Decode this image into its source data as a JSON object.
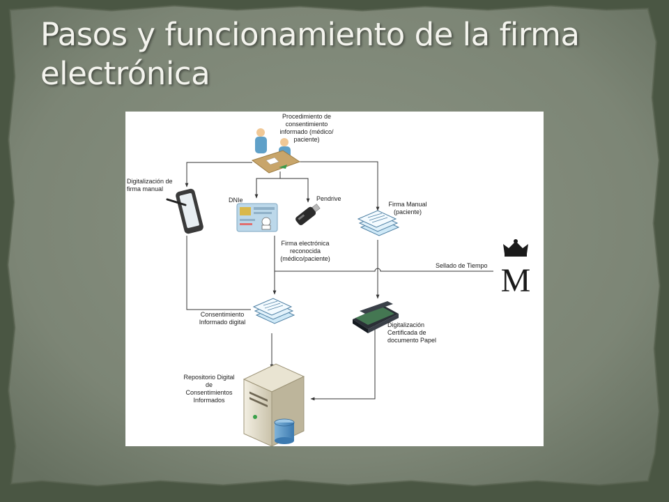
{
  "title": "Pasos y funcionamiento de la firma electrónica",
  "nodes": {
    "procedure": "Procedimiento de\nconsentimiento\ninformado (médico/\npaciente)",
    "digitizing_signature": "Digitalización de\nfirma manual",
    "dnie": "DNIe",
    "pendrive": "Pendrive",
    "manual_signature": "Firma Manual\n(paciente)",
    "electronic_signature": "Firma electrónica\nreconocida\n(médico/paciente)",
    "timestamp": "Sellado de Tiempo",
    "digital_consent": "Consentimiento\nInformado digital",
    "certified_scan": "Digitalización\nCertificada de\ndocumento Papel",
    "repository": "Repositorio Digital\nde\nConsentimientos\nInformados"
  },
  "icons": {
    "procedure": "doctor-patient-meeting-icon",
    "digitizing_signature": "pen-tablet-icon",
    "dnie": "id-card-icon",
    "pendrive": "usb-drive-icon",
    "manual_signature": "paper-documents-icon",
    "timestamp": "crowned-m-seal-icon",
    "digital_consent": "digital-documents-icon",
    "certified_scan": "scanner-icon",
    "repository": "server-database-icon"
  },
  "colors": {
    "slide_background": "#4a5643",
    "slide_panel": "#7c8575",
    "title": "#f4f4ee",
    "document_blue": "#cfe9f7",
    "connector": "#333333"
  }
}
